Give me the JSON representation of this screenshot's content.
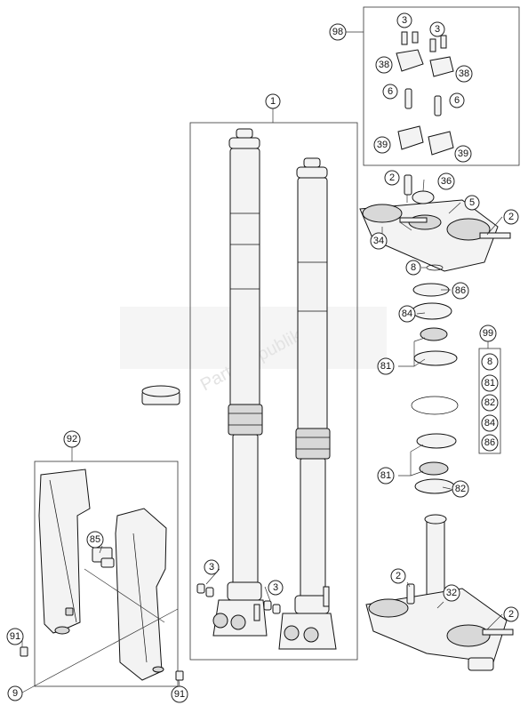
{
  "watermark": "PartsRepublik",
  "callouts": {
    "c1": "1",
    "c2a": "2",
    "c2b": "2",
    "c2c": "2",
    "c2d": "2",
    "c3a": "3",
    "c3b": "3",
    "c3c": "3",
    "c3d": "3",
    "c5": "5",
    "c6a": "6",
    "c6b": "6",
    "c8a": "8",
    "c9": "9",
    "c32": "32",
    "c34": "34",
    "c36": "36",
    "c38a": "38",
    "c38b": "38",
    "c39a": "39",
    "c39b": "39",
    "c81a": "81",
    "c81b": "81",
    "c82": "82",
    "c84": "84",
    "c85": "85",
    "c86": "86",
    "c91a": "91",
    "c91b": "91",
    "c92": "92",
    "c98": "98",
    "c99": "99"
  },
  "kit99": [
    "8",
    "81",
    "82",
    "84",
    "86"
  ]
}
